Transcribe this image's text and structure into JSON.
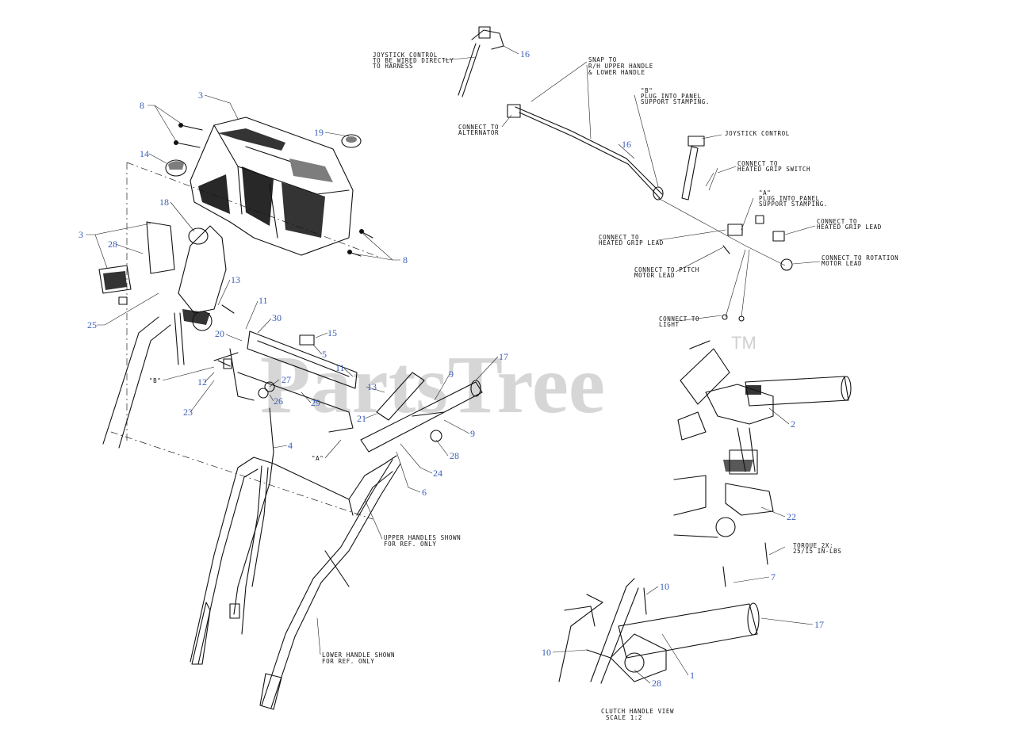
{
  "watermark": {
    "text": "PartsTree",
    "tm": "TM"
  },
  "callouts": [
    {
      "id": "c3a",
      "label": "3"
    },
    {
      "id": "c8a",
      "label": "8"
    },
    {
      "id": "c19",
      "label": "19"
    },
    {
      "id": "c14",
      "label": "14"
    },
    {
      "id": "c18",
      "label": "18"
    },
    {
      "id": "c3b",
      "label": "3"
    },
    {
      "id": "c28a",
      "label": "28"
    },
    {
      "id": "c8b",
      "label": "8"
    },
    {
      "id": "c13a",
      "label": "13"
    },
    {
      "id": "c11a",
      "label": "11"
    },
    {
      "id": "c25",
      "label": "25"
    },
    {
      "id": "c30",
      "label": "30"
    },
    {
      "id": "c20",
      "label": "20"
    },
    {
      "id": "c15",
      "label": "15"
    },
    {
      "id": "c5",
      "label": "5"
    },
    {
      "id": "c17a",
      "label": "17"
    },
    {
      "id": "c11b",
      "label": "11"
    },
    {
      "id": "c9a",
      "label": "9"
    },
    {
      "id": "c27",
      "label": "27"
    },
    {
      "id": "c13b",
      "label": "13"
    },
    {
      "id": "c12",
      "label": "12"
    },
    {
      "id": "c26",
      "label": "26"
    },
    {
      "id": "c29",
      "label": "29"
    },
    {
      "id": "c23",
      "label": "23"
    },
    {
      "id": "c21",
      "label": "21"
    },
    {
      "id": "c9b",
      "label": "9"
    },
    {
      "id": "c4",
      "label": "4"
    },
    {
      "id": "c28b",
      "label": "28"
    },
    {
      "id": "c24",
      "label": "24"
    },
    {
      "id": "c6",
      "label": "6"
    },
    {
      "id": "c16a",
      "label": "16"
    },
    {
      "id": "c16b",
      "label": "16"
    },
    {
      "id": "c2",
      "label": "2"
    },
    {
      "id": "c22",
      "label": "22"
    },
    {
      "id": "c7",
      "label": "7"
    },
    {
      "id": "c10a",
      "label": "10"
    },
    {
      "id": "c10b",
      "label": "10"
    },
    {
      "id": "c17b",
      "label": "17"
    },
    {
      "id": "c1",
      "label": "1"
    },
    {
      "id": "c28c",
      "label": "28"
    }
  ],
  "notes": {
    "joystick_wired": [
      "JOYSTICK CONTROL",
      "TO BE WIRED DIRECTLY",
      "TO HARNESS"
    ],
    "snap_to": [
      "SNAP TO",
      "R/H  UPPER HANDLE",
      "& LOWER HANDLE"
    ],
    "plug_b": [
      "\"B\"",
      "PLUG INTO PANEL",
      "SUPPORT STAMPING."
    ],
    "connect_alternator": [
      "CONNECT TO",
      "ALTERNATOR"
    ],
    "joystick_control": [
      "JOYSTICK CONTROL"
    ],
    "connect_heated_switch": [
      "CONNECT TO",
      "HEATED GRIP SWITCH"
    ],
    "plug_a": [
      "\"A\"",
      "PLUG INTO PANEL",
      "SUPPORT STAMPING."
    ],
    "connect_heated_lead_right": [
      "CONNECT TO",
      "HEATED GRIP LEAD"
    ],
    "connect_heated_lead_left": [
      "CONNECT TO",
      "HEATED GRIP LEAD"
    ],
    "connect_rotation": [
      "CONNECT TO ROTATION",
      "MOTOR LEAD"
    ],
    "connect_pitch": [
      "CONNECT TO PITCH",
      "MOTOR LEAD"
    ],
    "connect_light": [
      "CONNECT TO",
      "LIGHT"
    ],
    "marker_b": [
      "\"B\""
    ],
    "marker_a": [
      "\"A\""
    ],
    "upper_handles": [
      "UPPER HANDLES SHOWN",
      "FOR REF. ONLY"
    ],
    "lower_handle": [
      "LOWER HANDLE SHOWN",
      "FOR REF. ONLY"
    ],
    "torque": [
      "TORQUE 2X:",
      "25/15 IN-LBS"
    ],
    "clutch_view": [
      "CLUTCH HANDLE VIEW",
      "SCALE 1:2"
    ]
  },
  "colors": {
    "callout": "#3a5fb8",
    "ink": "#111111",
    "watermark": "#d0d0d0"
  }
}
